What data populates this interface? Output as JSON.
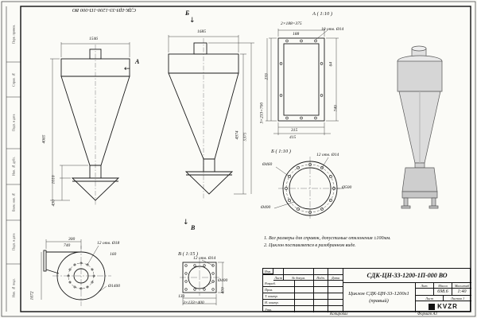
{
  "frame": {
    "doc_number_top": "СДК-ЦН-33-1200-1П-000 ВО",
    "stamp_columns": [
      "Перв. примен.",
      "Справ. №",
      "Подп. и дата",
      "Инв. № дубл.",
      "Взам. инв. №",
      "Подп. и дата",
      "Инв. № подл."
    ],
    "copy_label": "Копировал",
    "format_label": "Формат А3"
  },
  "icons": {
    "arrow_left": "←",
    "arrow_down": "↓"
  },
  "views": {
    "front": {
      "dim_width": "1546",
      "dim_height": "4065",
      "dim_pipe": "1010",
      "dim_outlet": "490",
      "cut_label": "А"
    },
    "side": {
      "dim_width": "1685",
      "dim_height": "4974",
      "dim_total": "5375",
      "cut_top": "Б",
      "cut_bottom": "В"
    },
    "section_a": {
      "label": "А ( 1:10 )",
      "dim_top": "2×188=375",
      "dim_top2": "188",
      "holes": "10 отв. Ø14",
      "dim_left": "233",
      "dim_left2": "3×233=700",
      "dim_right": "740",
      "dim_right2": "64",
      "dim_bottom": "315",
      "dim_bottom2": "415"
    },
    "section_b": {
      "label": "Б ( 1:10 )",
      "holes": "12 отв. Ø14",
      "d_bolt": "Ø460",
      "d_pipe": "Ø400",
      "d_outer": "Ø500"
    },
    "volute": {
      "dim_top": "300",
      "dim_top2": "740",
      "holes": "12 отв. Ø18",
      "dim_small": "160",
      "dim_height": "1672",
      "d_outer": "Ø1400"
    },
    "flange": {
      "label": "В ( 1:15 )",
      "holes": "12 отв. Ø14",
      "d_inner": "Ø400",
      "dim_right": "450",
      "dim_bottom": "133",
      "dim_bottom2": "3×133=400"
    }
  },
  "notes": [
    "1. Все размеры для справок, допустимые отклонения ±100мм.",
    "2. Циклон поставляется в разобранном виде."
  ],
  "title_block": {
    "doc_number": "СДК-ЦН-33-1200-1П-000 ВО",
    "product_name": "Циклон СДК-ЦН-33-1200х1",
    "product_name2": "(правый)",
    "header_cells": [
      "Изм.",
      "Лист",
      "№ докум.",
      "Подп.",
      "Дата"
    ],
    "rows": [
      "Разраб.",
      "Пров.",
      "Т. контр.",
      "Н. контр.",
      "Утв."
    ],
    "lit_label": "Лит.",
    "mass_label": "Масса",
    "scale_label": "Масштаб",
    "mass_value": "698.6",
    "scale_value": "1:40",
    "sheet_label": "Лист",
    "sheets_label": "Листов 1",
    "logo_text": "KVZR"
  }
}
